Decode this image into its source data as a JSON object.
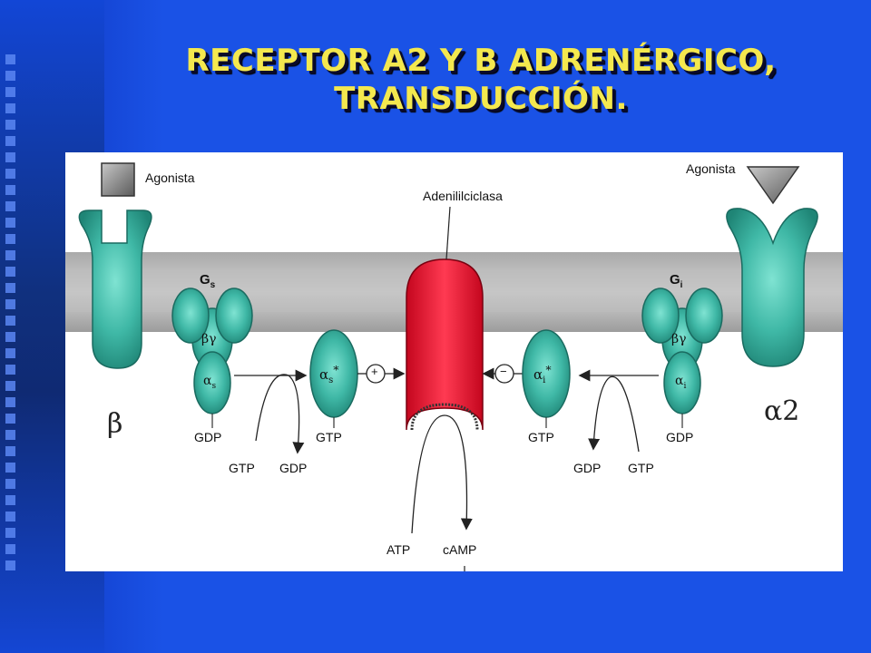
{
  "slide": {
    "title_line1": "RECEPTOR A2 Y B ADRENÉRGICO,",
    "title_line2": "TRANSDUCCIÓN.",
    "colors": {
      "background": "#1a52e6",
      "title": "#f4e84e",
      "receptor": "#2aa394",
      "cyclase": "#e0102a"
    }
  },
  "diagram": {
    "agonist_left": "Agonista",
    "agonist_right": "Agonista",
    "cyclase_label": "Adenililciclasa",
    "beta_symbol": "β",
    "alpha2_symbol": "α2",
    "gs_G": "G",
    "gs_sub": "s",
    "gi_G": "G",
    "gi_sub": "i",
    "gs_bg": "βγ",
    "gs_alpha": "α",
    "gs_alpha_sub": "s",
    "gi_bg": "βγ",
    "gi_alpha": "α",
    "gi_alpha_sub": "i",
    "alpha_s_star": "α",
    "alpha_s_star_sub": "s",
    "alpha_i_star": "α",
    "alpha_i_star_sub": "i",
    "star": "*",
    "plus": "+",
    "minus": "−",
    "gdp_left": "GDP",
    "gtp_left_in": "GTP",
    "gdp_left_out": "GDP",
    "gtp_alpha_s": "GTP",
    "gtp_alpha_i": "GTP",
    "gdp_right_out": "GDP",
    "gtp_right_in": "GTP",
    "gdp_right": "GDP",
    "atp": "ATP",
    "camp": "cAMP"
  }
}
